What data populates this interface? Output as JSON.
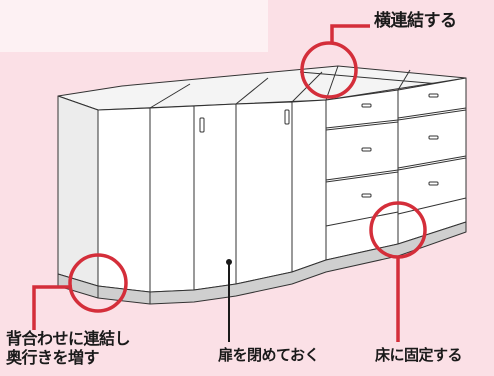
{
  "labels": {
    "horizontal_connect": "横連結する",
    "back_connect_line1": "背合わせに連結し",
    "back_connect_line2": "奥行きを増す",
    "close_door": "扉を閉めておく",
    "floor_fix": "床に固定する"
  },
  "colors": {
    "background": "#fbe0e6",
    "inner_panel": "#fdf1f3",
    "cabinet_face": "#ffffff",
    "cabinet_side": "#eeeeee",
    "cabinet_top": "#f4f4f4",
    "base": "#cfcfcf",
    "stroke": "#333333",
    "callout": "#d42e3a"
  },
  "icons": {
    "callout_circle": "circle-highlight",
    "door_handle": "handle-icon",
    "drawer_pull": "pull-icon"
  }
}
